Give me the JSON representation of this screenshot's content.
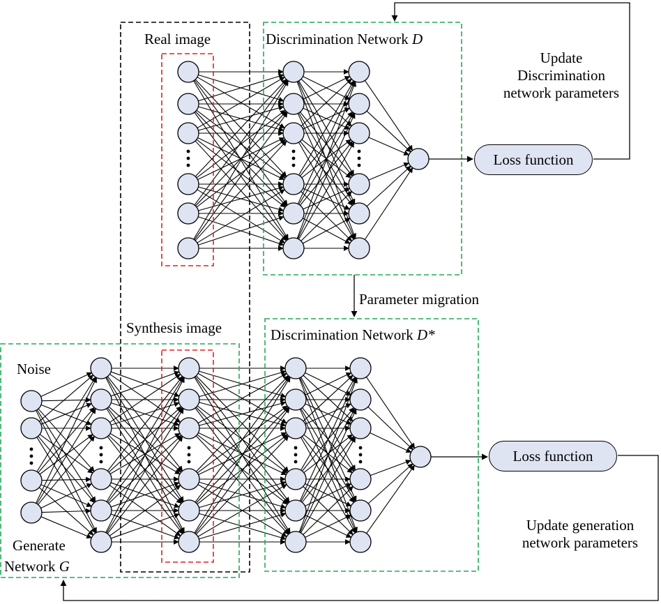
{
  "labels": {
    "real_image": "Real  image",
    "disc_net_d": "Discrimination Network ",
    "disc_net_d_var": "D",
    "update_disc": [
      "Update",
      "Discrimination",
      "network parameters"
    ],
    "loss_top": "Loss function",
    "param_migration": "Parameter migration",
    "synthesis_image": "Synthesis image",
    "disc_net_dstar": "Discrimination Network ",
    "disc_net_dstar_var": "D*",
    "noise": "Noise",
    "loss_bottom": "Loss function",
    "generate": "Generate",
    "network_g": "Network ",
    "network_g_var": "G",
    "update_gen": [
      "Update generation",
      "network parameters"
    ]
  },
  "colors": {
    "node_fill": "#dfe4f3",
    "green_box": "#22aa55",
    "red_box": "#dd2222",
    "black_box": "#000000"
  }
}
